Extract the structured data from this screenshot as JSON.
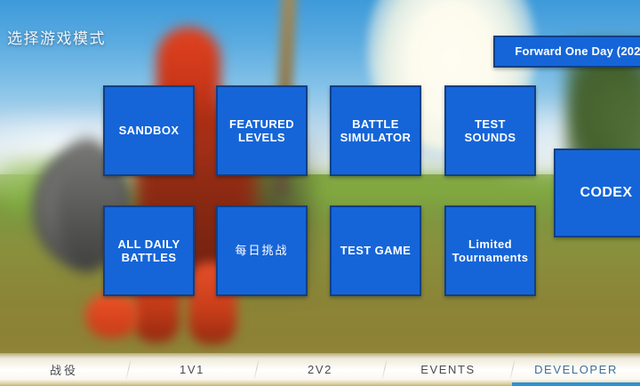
{
  "header": {
    "title": "选择游戏模式"
  },
  "toolbar": {
    "forward_day_label": "Forward One Day (202"
  },
  "menu": {
    "buttons": [
      {
        "id": "sandbox",
        "label": "SANDBOX"
      },
      {
        "id": "featured",
        "label": "FEATURED LEVELS"
      },
      {
        "id": "battle",
        "label": "BATTLE SIMULATOR"
      },
      {
        "id": "sounds",
        "label": "TEST SOUNDS"
      },
      {
        "id": "codex",
        "label": "CODEX"
      },
      {
        "id": "alldaily",
        "label": "ALL DAILY BATTLES"
      },
      {
        "id": "dailycn",
        "label": "每日挑战"
      },
      {
        "id": "testgame",
        "label": "TEST GAME"
      },
      {
        "id": "limited",
        "label": "Limited Tournaments"
      }
    ]
  },
  "tabs": [
    {
      "id": "campaign",
      "label": "战役",
      "active": false
    },
    {
      "id": "1v1",
      "label": "1V1",
      "active": false
    },
    {
      "id": "2v2",
      "label": "2V2",
      "active": false
    },
    {
      "id": "events",
      "label": "EVENTS",
      "active": false
    },
    {
      "id": "developer",
      "label": "DEVELOPER",
      "active": true
    }
  ],
  "colors": {
    "button_fill": "#1565d8",
    "button_border": "#123f85",
    "active_tab": "#3d6f99",
    "active_tab_underline": "#2f8fd6"
  }
}
